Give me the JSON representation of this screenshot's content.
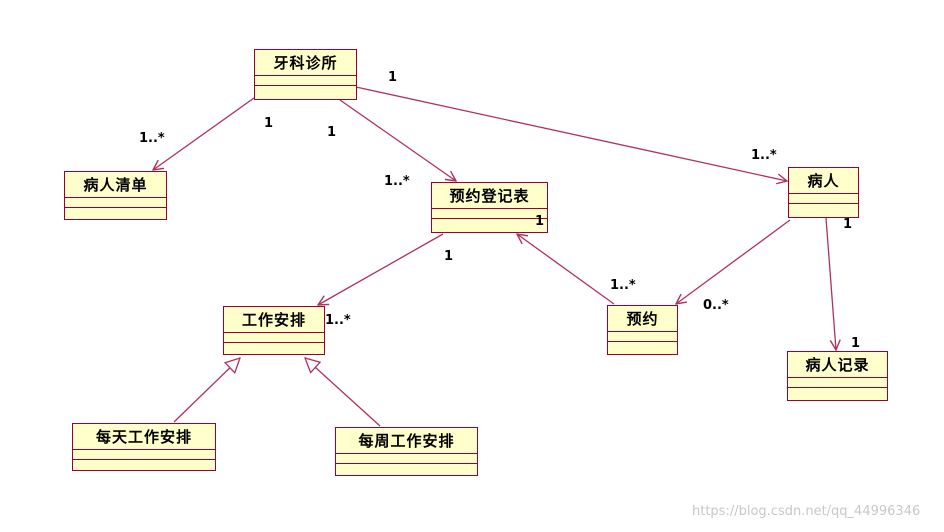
{
  "classes": {
    "dental_clinic": "牙科诊所",
    "patient_list": "病人清单",
    "appointment_register": "预约登记表",
    "patient": "病人",
    "work_schedule": "工作安排",
    "appointment": "预约",
    "patient_record": "病人记录",
    "daily_schedule": "每天工作安排",
    "weekly_schedule": "每周工作安排"
  },
  "multiplicities": {
    "clinic_to_patient_src": "1",
    "clinic_to_list_src": "1",
    "clinic_to_register_src": "1",
    "list_end": "1..*",
    "register_end": "1..*",
    "patient_end": "1..*",
    "register_to_schedule_src": "1",
    "schedule_end": "1..*",
    "register_from_appt_end": "1",
    "appt_src": "1..*",
    "patient_to_appt_src": "1",
    "appt_end": "0..*",
    "record_end": "1"
  },
  "colors": {
    "border": "#990033",
    "fill": "#ffffcc",
    "line": "#b03060"
  },
  "watermark": "https://blog.csdn.net/qq_44996346"
}
